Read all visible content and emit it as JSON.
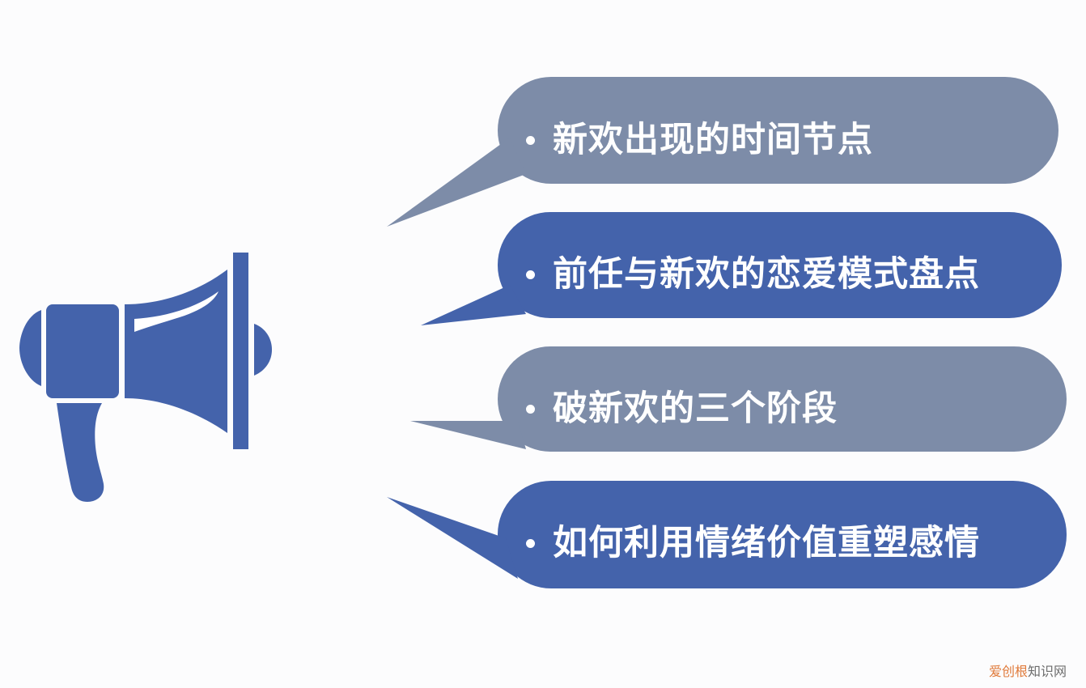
{
  "colors": {
    "background": "#fcfcfd",
    "bubble_grey": "#7d8ca8",
    "bubble_blue": "#4463ab",
    "megaphone": "#4463ab",
    "text": "#ffffff",
    "watermark_brand": "#e07a3a",
    "watermark_rest": "#6d6d6d"
  },
  "icon": {
    "name": "megaphone-icon"
  },
  "bubbles": [
    {
      "text": "新欢出现的时间节点",
      "color": "grey"
    },
    {
      "text": "前任与新欢的恋爱模式盘点",
      "color": "blue"
    },
    {
      "text": "破新欢的三个阶段",
      "color": "grey"
    },
    {
      "text": "如何利用情绪价值重塑感情",
      "color": "blue"
    }
  ],
  "watermark": {
    "brand": "爱创根",
    "rest": "知识网"
  }
}
